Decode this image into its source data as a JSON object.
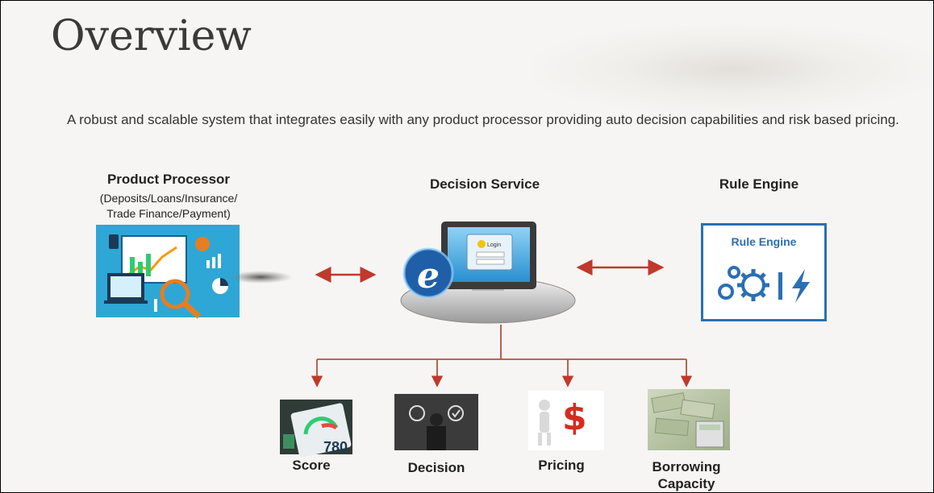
{
  "slide": {
    "title": "Overview",
    "description": "A robust and scalable system that integrates easily with any product processor providing auto decision capabilities and risk based pricing."
  },
  "nodes": {
    "product_processor": {
      "label": "Product Processor",
      "sublabel_line1": "(Deposits/Loans/Insurance/",
      "sublabel_line2": "Trade Finance/Payment)"
    },
    "decision_service": {
      "label": "Decision Service",
      "screen_text": "Login"
    },
    "rule_engine": {
      "label": "Rule Engine",
      "icon_label": "Rule Engine"
    }
  },
  "outputs": [
    {
      "label": "Score",
      "icon_text": "780"
    },
    {
      "label": "Decision"
    },
    {
      "label": "Pricing"
    },
    {
      "label_line1": "Borrowing",
      "label_line2": "Capacity"
    }
  ],
  "colors": {
    "arrow": "#c0392b",
    "rule_engine_accent": "#2b6fb5",
    "processor_tile": "#2ea7d6"
  }
}
